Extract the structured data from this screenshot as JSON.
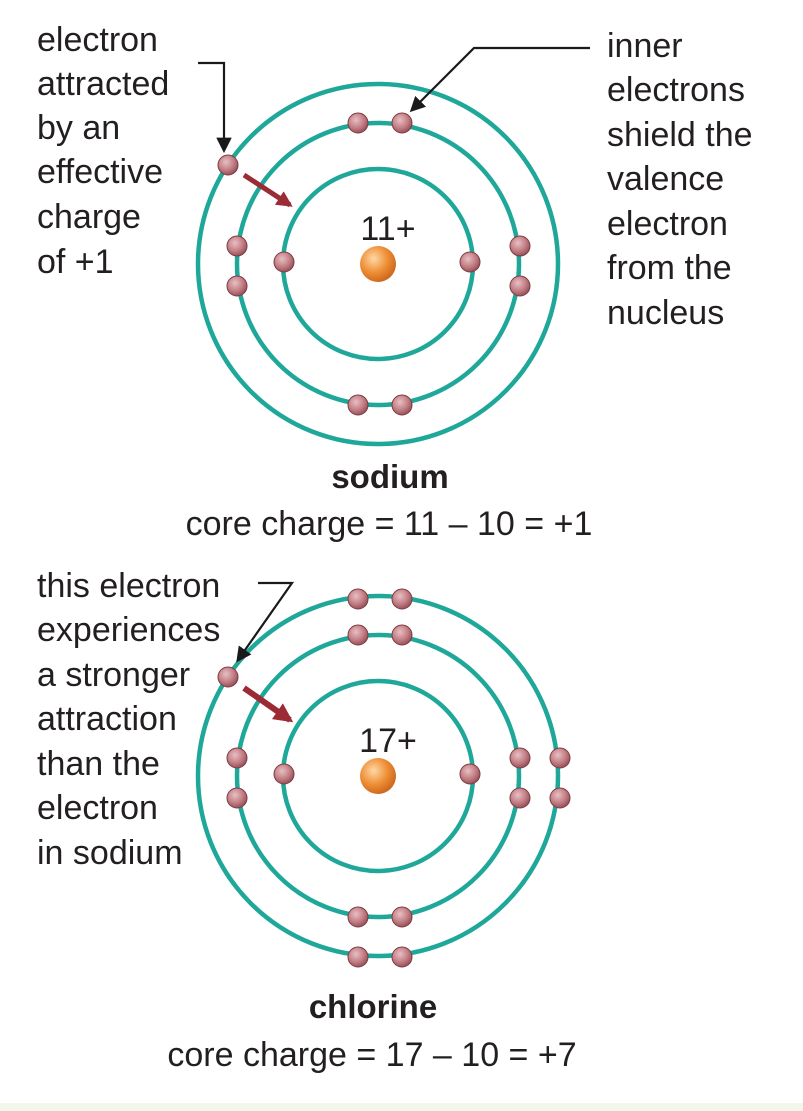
{
  "colors": {
    "shell": "#1fa79a",
    "electron": "#b86a72",
    "nucleus": "#e8862f",
    "attraction_arrow": "#9b2c36",
    "text": "#231f20"
  },
  "sodium": {
    "nucleus_charge": "11+",
    "name": "sodium",
    "core_charge": "core charge = 11 – 10 = +1",
    "shell_electron_counts": [
      2,
      8,
      1
    ],
    "callout_left": [
      "electron",
      "attracted",
      "by an",
      "effective",
      "charge",
      "of +1"
    ],
    "callout_right": [
      "inner",
      "electrons",
      "shield the",
      "valence",
      "electron",
      "from the",
      "nucleus"
    ]
  },
  "chlorine": {
    "nucleus_charge": "17+",
    "name": "chlorine",
    "core_charge": "core charge = 17 – 10 = +7",
    "shell_electron_counts": [
      2,
      8,
      7
    ],
    "callout_left": [
      "this electron",
      "experiences",
      "a stronger",
      "attraction",
      "than the",
      "electron",
      "in sodium"
    ]
  }
}
